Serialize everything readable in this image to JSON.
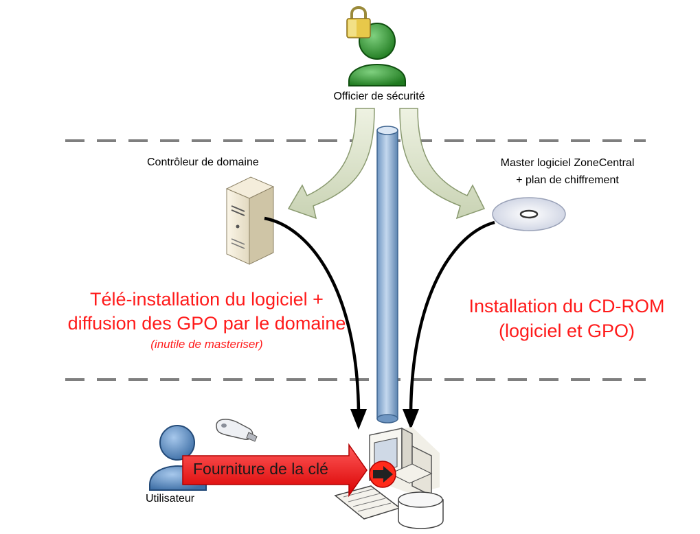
{
  "roles": {
    "security_officer": "Officier de sécurité",
    "domain_controller": "Contrôleur de domaine",
    "master_line1": "Master logiciel ZoneCentral",
    "master_line2": "+ plan de chiffrement",
    "user": "Utilisateur"
  },
  "paths": {
    "remote_line1": "Télé-installation du logiciel +",
    "remote_line2": "diffusion des GPO par le domaine",
    "remote_note": "(inutile de masteriser)",
    "cdrom_line1": "Installation du CD-ROM",
    "cdrom_line2": "(logiciel et GPO)"
  },
  "key_supply": {
    "label": "Fourniture de la clé"
  },
  "colors": {
    "accent_red": "#ff1a1a",
    "officer_green": "#2e8b2e",
    "user_blue": "#5a8fc8",
    "pipe_blue": "#8fb4d9",
    "dash_gray": "#7f7f7f"
  }
}
